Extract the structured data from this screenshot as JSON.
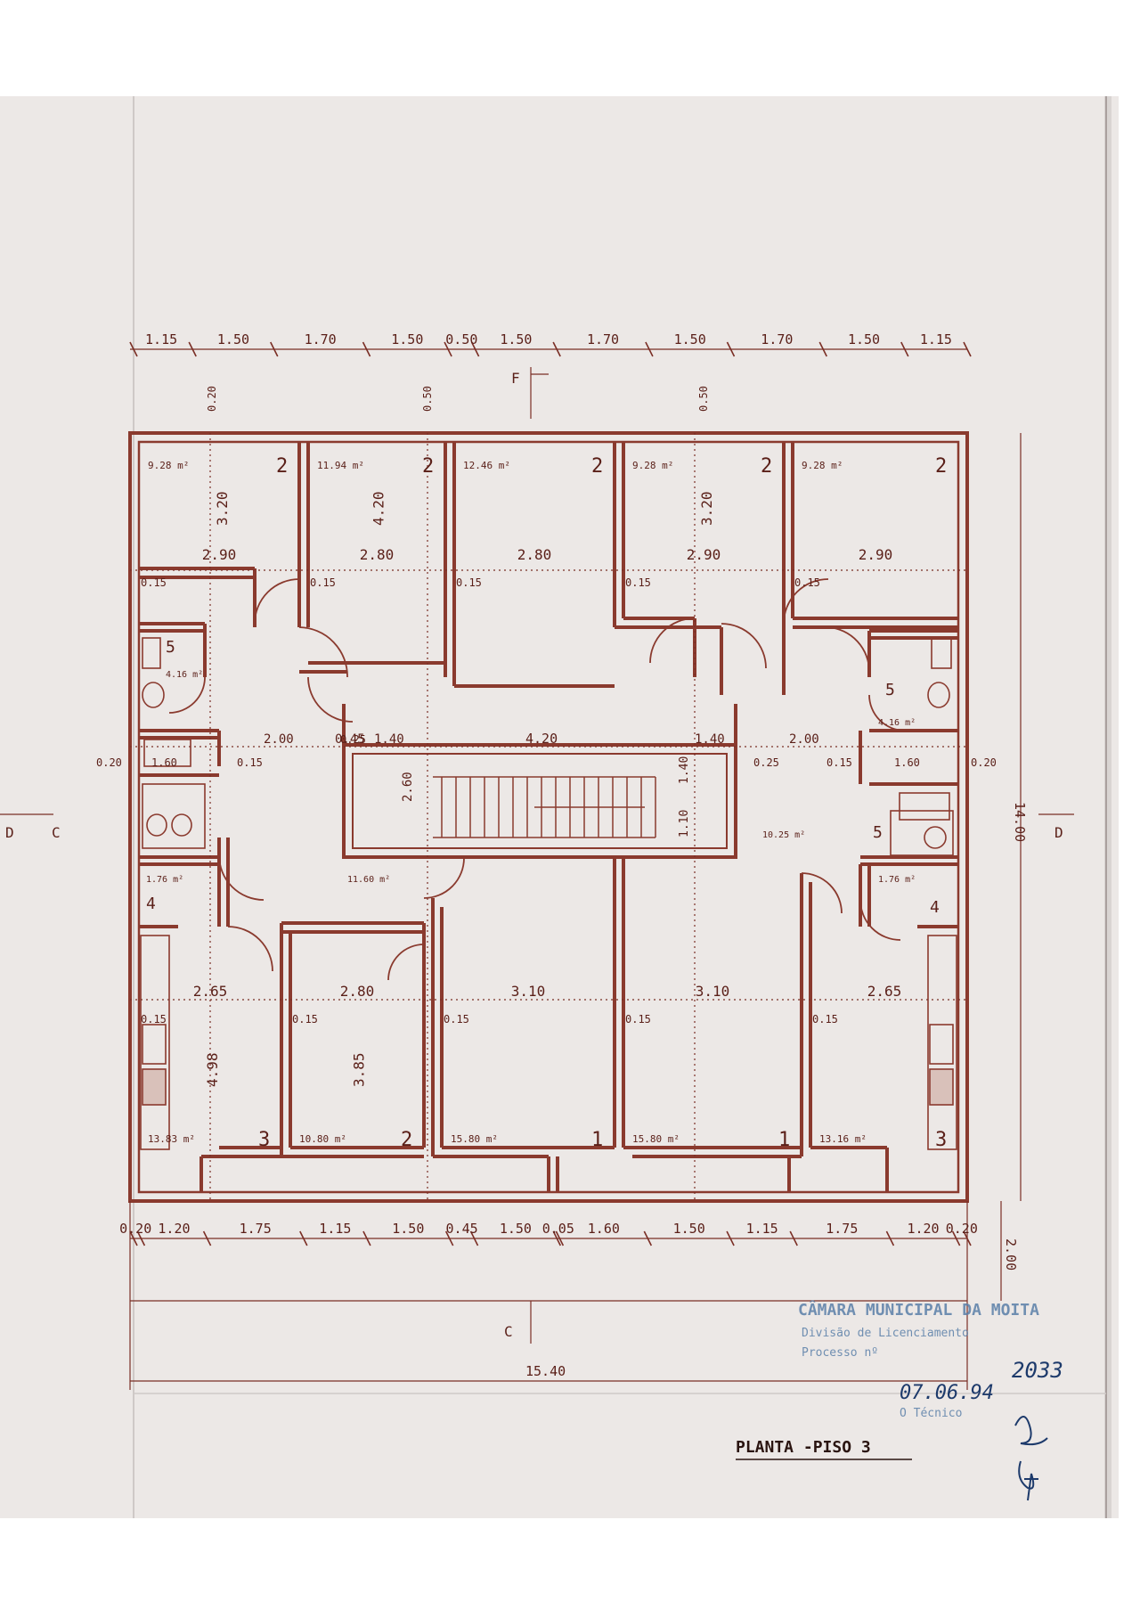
{
  "sheet": {
    "title": "PLANTA -PISO 3",
    "colors": {
      "paper": "#ece8e6",
      "wall": "#8a3a2e",
      "ink": "#7a2e25",
      "dim": "#5a1f18",
      "stamp": "#5a7fa8"
    }
  },
  "dimensions": {
    "top": [
      "1.15",
      "1.50",
      "1.70",
      "1.50",
      "0.50",
      "1.50",
      "1.70",
      "1.50",
      "1.70",
      "1.50",
      "1.15"
    ],
    "bottom": [
      "0.20",
      "1.20",
      "1.75",
      "1.15",
      "1.50",
      "0.45",
      "1.50",
      "0.05",
      "1.60",
      "1.50",
      "1.15",
      "1.75",
      "1.20",
      "0.20"
    ],
    "total_width": "15.40",
    "total_depth": "14.00",
    "balcony_depth": "2.00",
    "wall_marks": [
      "0.20",
      "0.50",
      "0.50"
    ]
  },
  "section_marks": {
    "top": "F",
    "bottom": "C",
    "left_d": "D",
    "left_c": "C",
    "right_d": "D"
  },
  "rooms_top": [
    {
      "area": "9.28 m²",
      "num": "2",
      "w": "2.90",
      "d": "3.20"
    },
    {
      "area": "11.94 m²",
      "num": "2",
      "w": "2.80",
      "d": "4.20"
    },
    {
      "area": "12.46 m²",
      "num": "2",
      "w": "2.80",
      "d": ""
    },
    {
      "area": "9.28 m²",
      "num": "2",
      "w": "2.90",
      "d": "3.20"
    },
    {
      "area": "9.28 m²",
      "num": "2",
      "w": "2.90",
      "d": ""
    }
  ],
  "rooms_bottom": [
    {
      "area": "13.83 m²",
      "num": "3",
      "w": "2.65",
      "d": "4.98"
    },
    {
      "area": "10.80 m²",
      "num": "2",
      "w": "2.80",
      "d": "3.85"
    },
    {
      "area": "15.80 m²",
      "num": "1",
      "w": "3.10",
      "d": ""
    },
    {
      "area": "15.80 m²",
      "num": "1",
      "w": "3.10",
      "d": ""
    },
    {
      "area": "13.16 m²",
      "num": "3",
      "w": "2.65",
      "d": ""
    }
  ],
  "misc_labels": {
    "wall_015": "0.15",
    "wall_020": "0.20",
    "wall_025": "0.25",
    "bath_left_area": "4.16 m²",
    "bath_right_area": "4.16 m²",
    "bath_num": "5",
    "store_num": "4",
    "store_left_area": "1.76 m²",
    "store_right_area": "1.76 m²",
    "hall_left_area": "11.60 m²",
    "hall_right_area": "10.25 m²",
    "corridor_width": "4.20",
    "corridor_a": "2.00",
    "corridor_b": "1.40",
    "corridor_c": "0.45",
    "stair_depth": "2.60",
    "stair_w": "1.10",
    "stair_w2": "1.40",
    "wc_w": "1.60",
    "wc_w2": "1.60"
  },
  "stamp": {
    "line1": "CÂMARA MUNICIPAL DA MOITA",
    "line2": "Divisão de Licenciamento",
    "line3": "Processo nº",
    "number": "2033",
    "date": "07.06.94",
    "line4": "O Técnico"
  }
}
